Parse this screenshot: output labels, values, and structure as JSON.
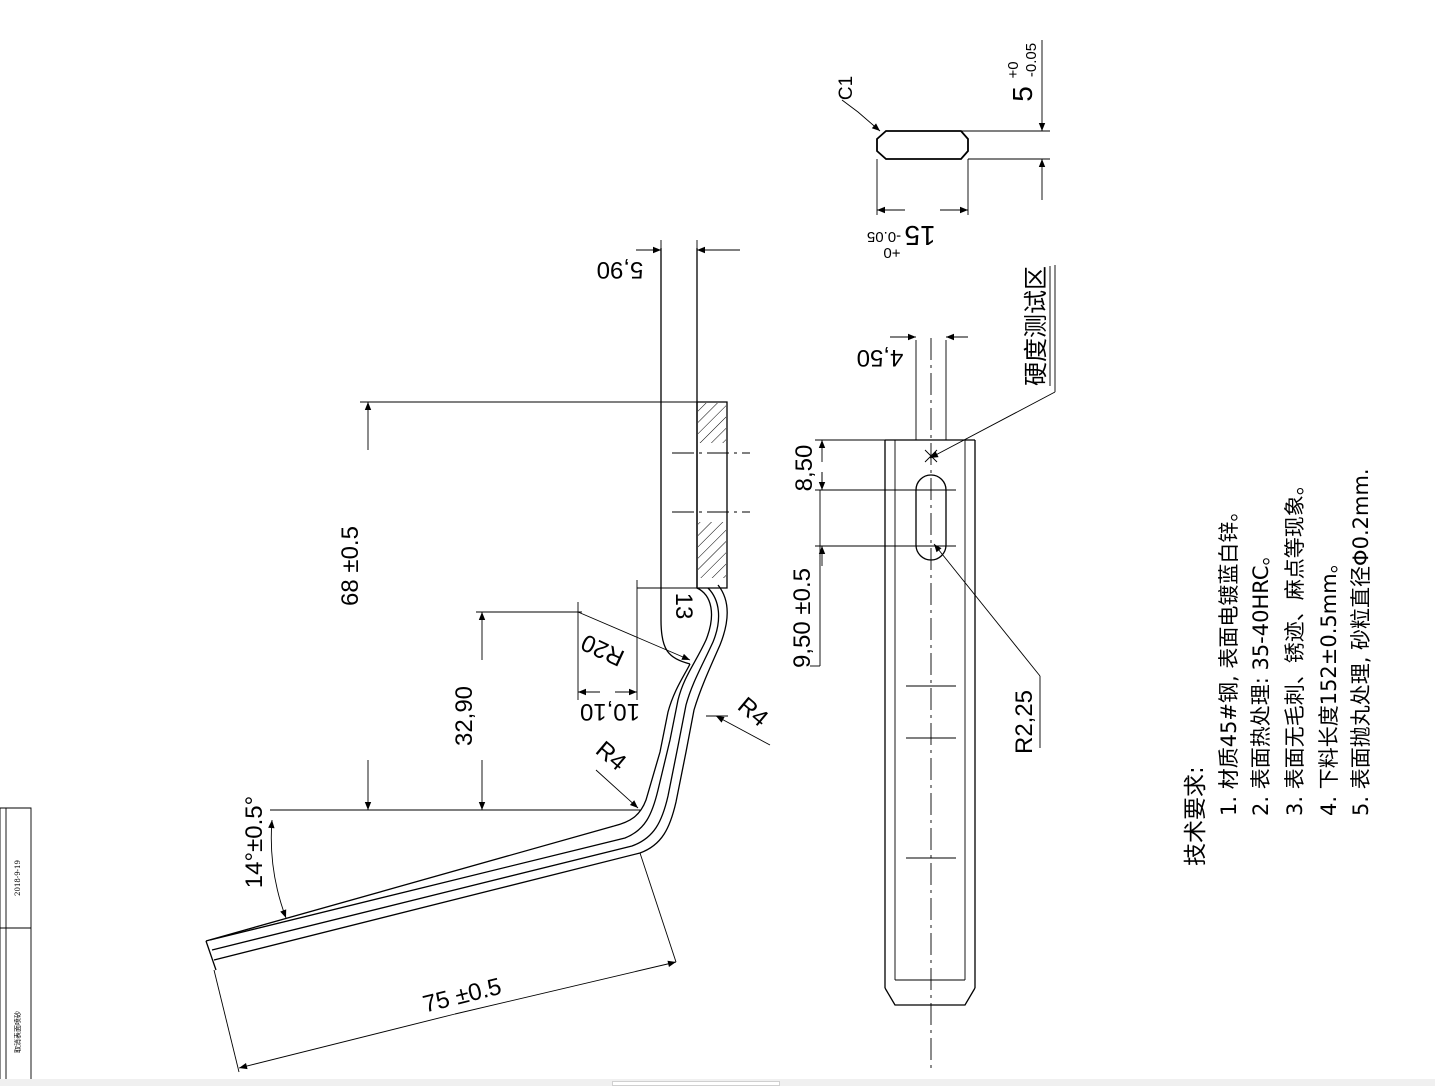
{
  "dimensions": {
    "width_5_90": "5,90",
    "height_68": "68 ±0.5",
    "dim_13": "13",
    "radius_r20": "R20",
    "dim_32_90": "32,90",
    "dim_10_10": "10,10",
    "radius_r4_left": "R4",
    "radius_r4_right": "R4",
    "angle_14": "14°±0.5°",
    "length_75": "75 ±0.5",
    "dim_4_50": "4,50",
    "dim_8_50": "8,50",
    "dim_9_50": "9,50 ±0.5",
    "radius_r2_25": "R2,25",
    "chamfer_c1": "C1",
    "thick_5": "5",
    "thick_5_tol_upper": "+0",
    "thick_5_tol_lower": "-0.05",
    "width_15": "15",
    "width_15_tol_upper": "+0",
    "width_15_tol_lower": "-0.05"
  },
  "hardness_label": "硬度测试区",
  "requirements": {
    "title": "技术要求:",
    "items": [
      "1. 材质45#钢, 表面电镀蓝白锌。",
      "2. 表面热处理: 35-40HRC。",
      "3. 表面无毛刺、锈迹、麻点等现象。",
      "4. 下料长度152±0.5mm。",
      "5. 表面抛丸处理, 砂粒直径Φ0.2mm."
    ]
  },
  "title_block": {
    "date": "2018-9-19",
    "note": "取消表面喷砂"
  }
}
